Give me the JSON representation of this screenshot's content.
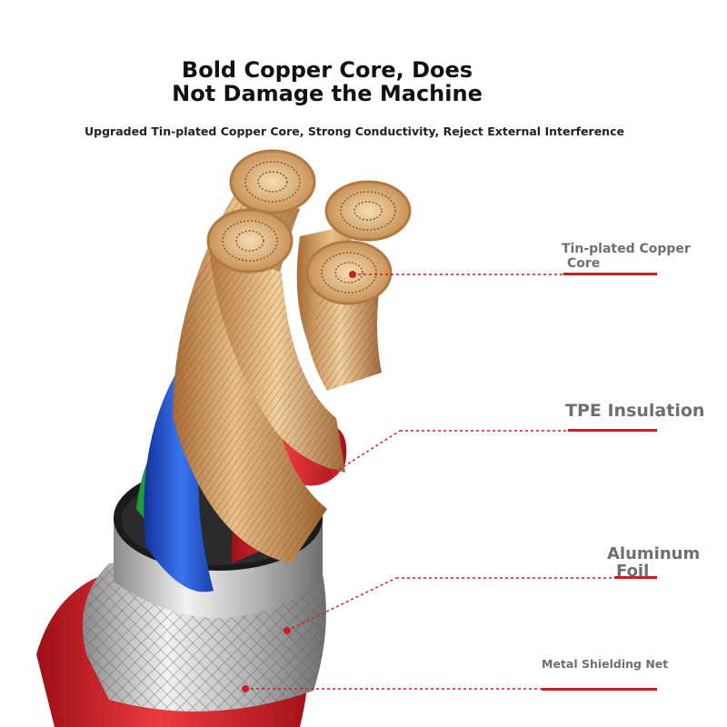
{
  "header": {
    "title_line1": "Bold Copper Core, Does",
    "title_line2": "Not Damage the Machine",
    "subtitle": "Upgraded Tin-plated Copper Core, Strong Conductivity, Reject External Interference"
  },
  "callouts": {
    "core_line1": "Tin-plated Copper",
    "core_line2": "Core",
    "insulation": "TPE Insulation",
    "foil_line1": "Aluminum",
    "foil_line2": "Foil",
    "shield": "Metal Shielding Net"
  },
  "colors": {
    "accent_red": "#cc1f24",
    "callout_text": "#6f6f6f",
    "copper": "#d7a56a",
    "wire_blue": "#1b4fd6",
    "wire_green": "#1f9a3a",
    "jacket_red": "#d8202a"
  }
}
